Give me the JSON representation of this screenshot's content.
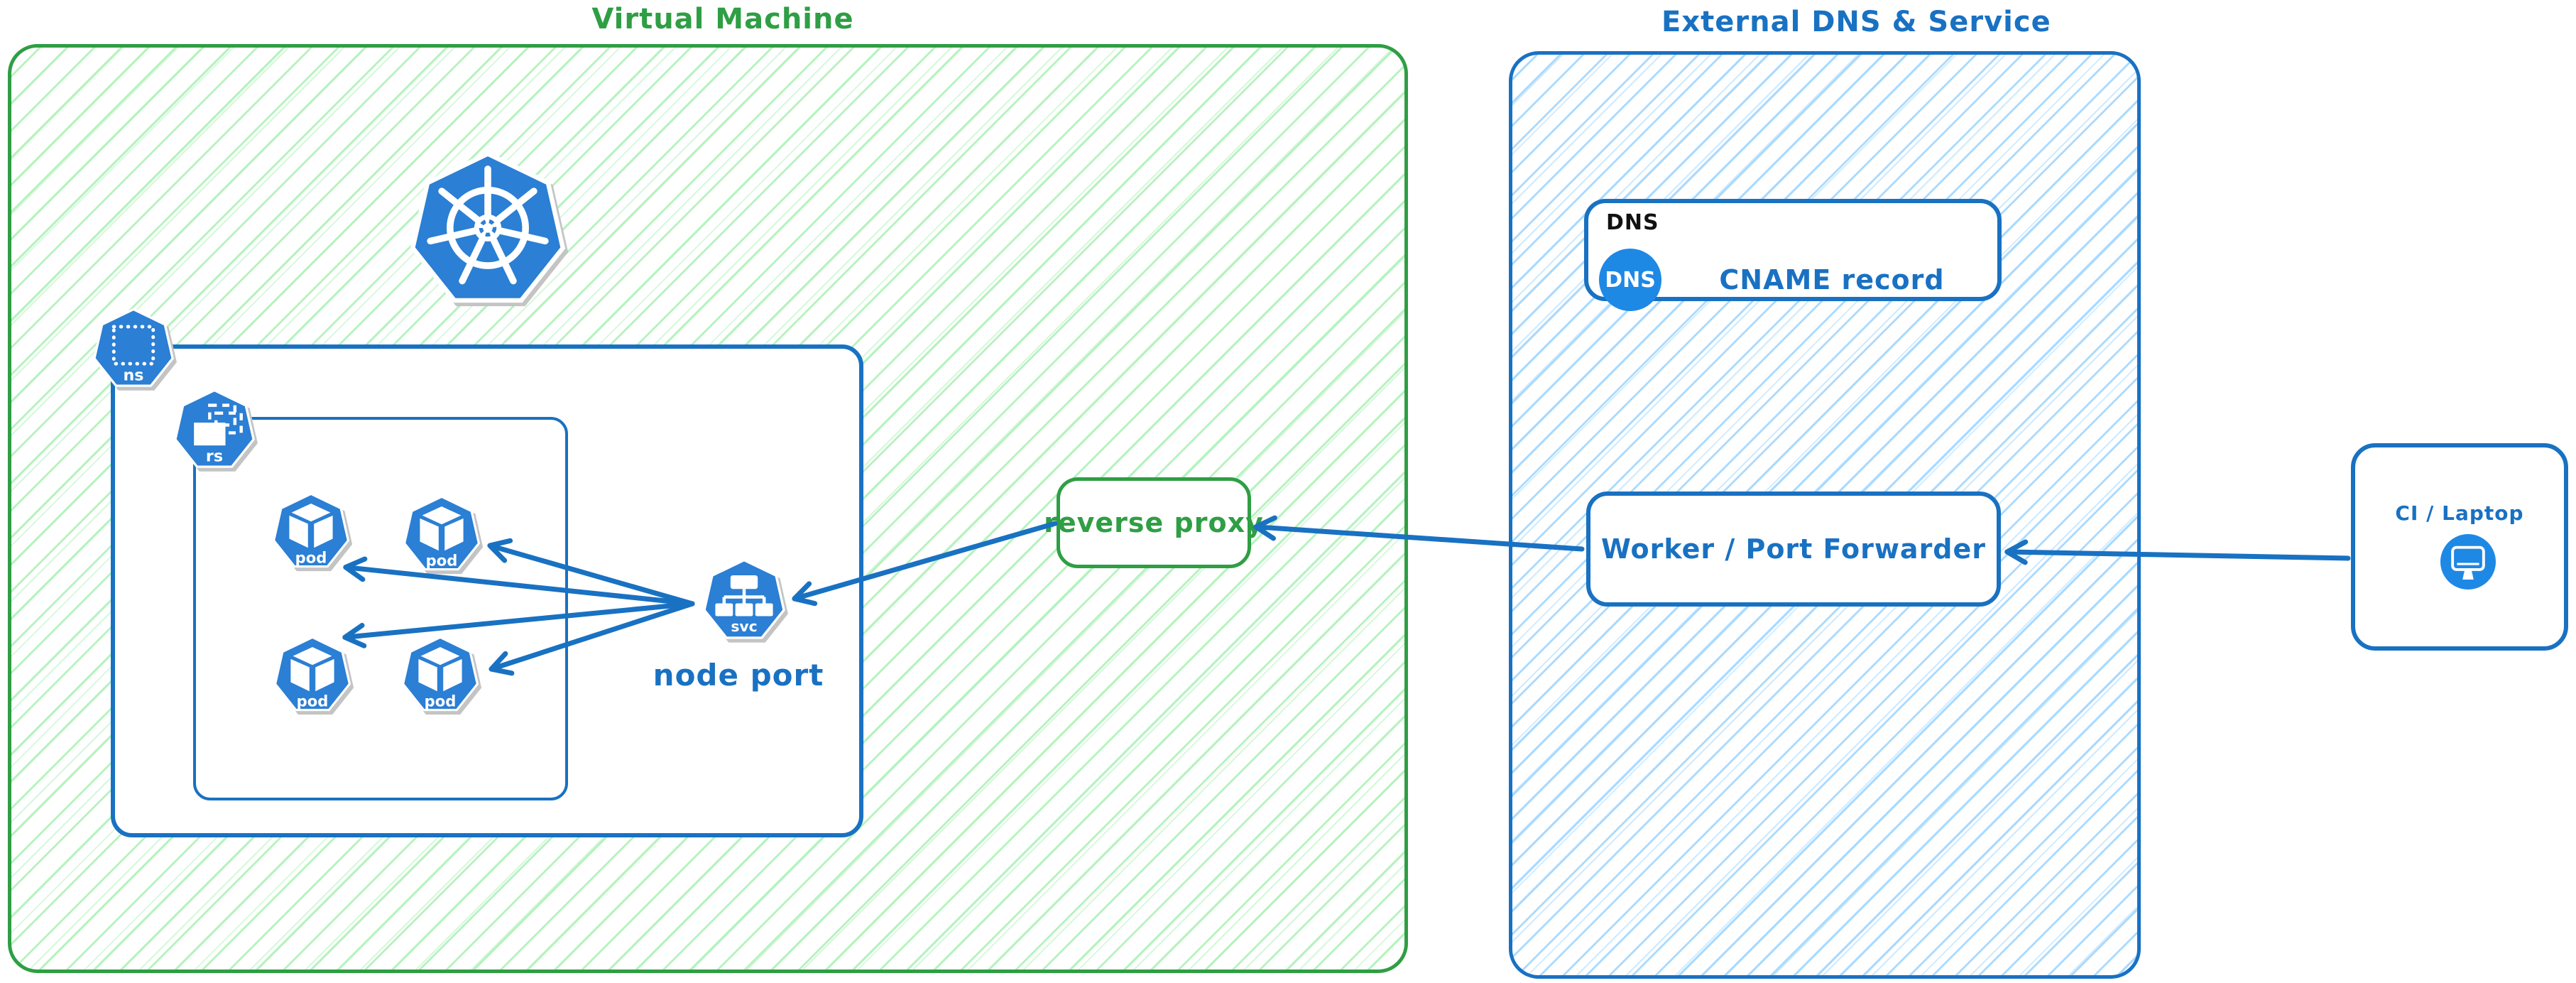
{
  "titles": {
    "vm": "Virtual Machine",
    "external": "External DNS & Service"
  },
  "nodes": {
    "namespace": {
      "label": "ns"
    },
    "replicaset": {
      "label": "rs"
    },
    "pod": {
      "label": "pod"
    },
    "service": {
      "label": "svc",
      "caption": "node port"
    },
    "reverse_proxy": {
      "label": "reverse proxy"
    },
    "dns": {
      "heading": "DNS",
      "badge": "DNS",
      "record": "CNAME record"
    },
    "worker": {
      "label": "Worker / Port Forwarder"
    },
    "ci": {
      "label": "CI / Laptop"
    }
  },
  "colors": {
    "green_stroke": "#2f9e44",
    "green_hatch": "#b2f2bb",
    "blue_stroke": "#1971c2",
    "blue_hatch": "#a5d8ff",
    "icon_blue": "#2b7fd4",
    "badge_blue": "#1e88e5",
    "dns_heading_text": "#111111",
    "shadow_gray": "#c4c4c4"
  }
}
